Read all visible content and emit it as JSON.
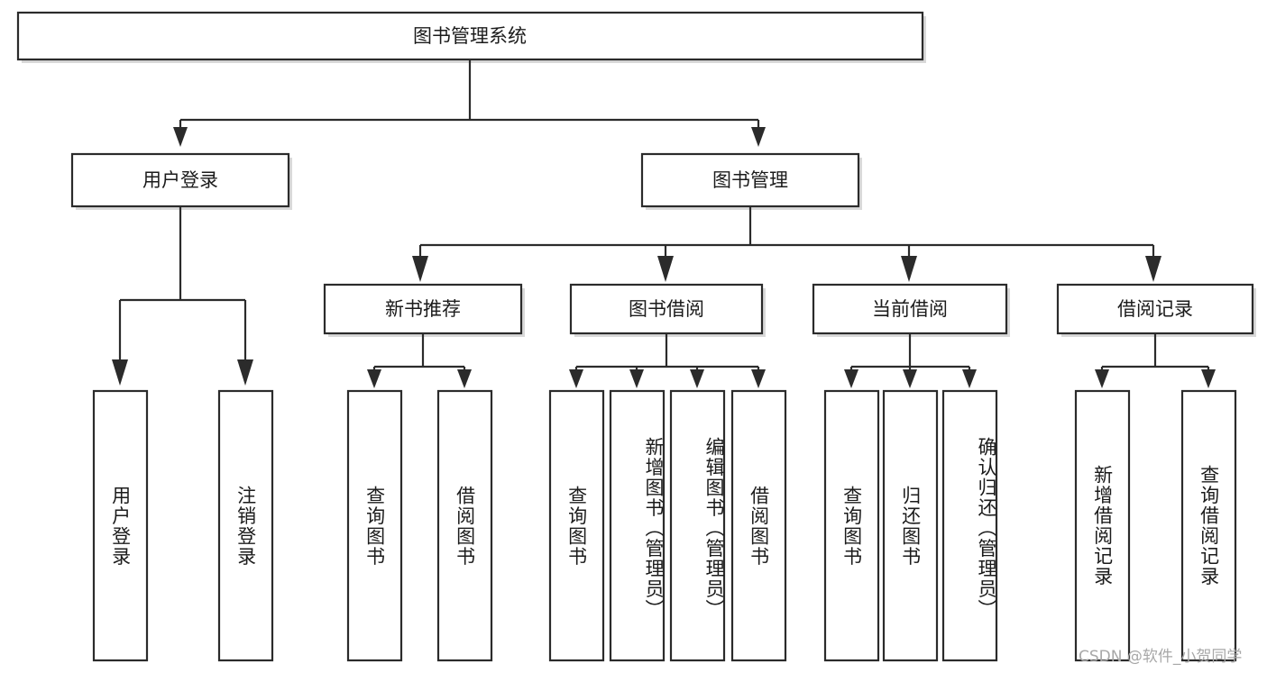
{
  "diagram": {
    "title": "图书管理系统",
    "type": "tree-hierarchy-diagram",
    "root": {
      "id": "root",
      "label": "图书管理系统"
    },
    "level2": [
      {
        "id": "user-login",
        "label": "用户登录"
      },
      {
        "id": "book-management",
        "label": "图书管理"
      }
    ],
    "level3": [
      {
        "id": "new-book-recommend",
        "label": "新书推荐",
        "parent": "book-management"
      },
      {
        "id": "book-borrow",
        "label": "图书借阅",
        "parent": "book-management"
      },
      {
        "id": "current-borrow",
        "label": "当前借阅",
        "parent": "book-management"
      },
      {
        "id": "borrow-record",
        "label": "借阅记录",
        "parent": "book-management"
      }
    ],
    "leaves": [
      {
        "id": "leaf-user-login",
        "label": "用户登录",
        "parent": "user-login"
      },
      {
        "id": "leaf-logout-login",
        "label": "注销登录",
        "parent": "user-login"
      },
      {
        "id": "leaf-query-book-1",
        "label": "查询图书",
        "parent": "new-book-recommend"
      },
      {
        "id": "leaf-borrow-book-1",
        "label": "借阅图书",
        "parent": "new-book-recommend"
      },
      {
        "id": "leaf-query-book-2",
        "label": "查询图书",
        "parent": "book-borrow"
      },
      {
        "id": "leaf-add-book",
        "label": "新增图书（管理员）",
        "parent": "book-borrow"
      },
      {
        "id": "leaf-edit-book",
        "label": "编辑图书（管理员）",
        "parent": "book-borrow"
      },
      {
        "id": "leaf-borrow-book-2",
        "label": "借阅图书",
        "parent": "book-borrow"
      },
      {
        "id": "leaf-query-book-3",
        "label": "查询图书",
        "parent": "current-borrow"
      },
      {
        "id": "leaf-return-book",
        "label": "归还图书",
        "parent": "current-borrow"
      },
      {
        "id": "leaf-confirm-return",
        "label": "确认归还（管理员）",
        "parent": "current-borrow"
      },
      {
        "id": "leaf-add-borrow-record",
        "label": "新增借阅记录",
        "parent": "borrow-record"
      },
      {
        "id": "leaf-query-borrow-record",
        "label": "查询借阅记录",
        "parent": "borrow-record"
      }
    ],
    "colors": {
      "box_fill": "#ffffff",
      "box_stroke": "#2b2b2b",
      "text": "#1b1b1b",
      "background": "#ffffff",
      "watermark": "#a8a8a8"
    }
  },
  "watermark": {
    "text": "CSDN @软件_小贺同学"
  }
}
